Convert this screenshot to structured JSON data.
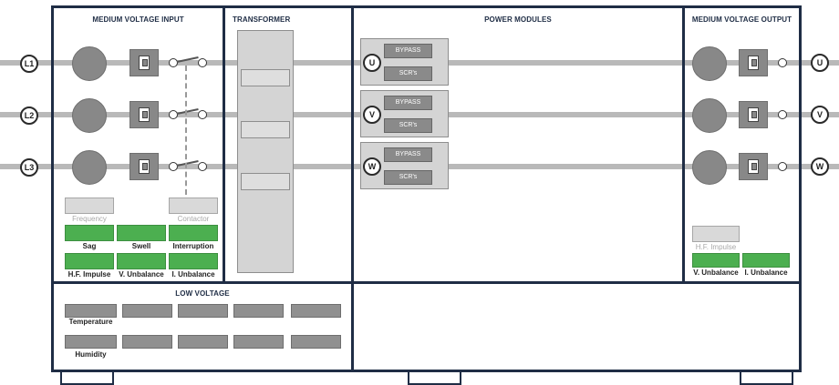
{
  "sections": {
    "mv_input": "MEDIUM VOLTAGE INPUT",
    "transformer": "TRANSFORMER",
    "power_modules": "POWER MODULES",
    "mv_output": "MEDIUM VOLTAGE OUTPUT",
    "low_voltage": "LOW VOLTAGE"
  },
  "input_phases": [
    "L1",
    "L2",
    "L3"
  ],
  "output_phases": [
    "U",
    "V",
    "W"
  ],
  "module_buttons": {
    "bypass": "BYPASS",
    "scr": "SCR's"
  },
  "input_indicators": {
    "frequency": "Frequency",
    "contactor": "Contactor",
    "sag": "Sag",
    "swell": "Swell",
    "interruption": "Interruption",
    "hf_impulse": "H.F. Impulse",
    "v_unbalance": "V. Unbalance",
    "i_unbalance": "I. Unbalance"
  },
  "output_indicators": {
    "hf_impulse": "H.F. Impulse",
    "v_unbalance": "V. Unbalance",
    "i_unbalance": "I. Unbalance"
  },
  "low_voltage": {
    "temperature": "Temperature",
    "humidity": "Humidity"
  },
  "colors": {
    "frame": "#1f2d45",
    "alarm_active": "#4caf50",
    "alarm_inactive": "#d9d9d9",
    "sensor": "#909090"
  }
}
